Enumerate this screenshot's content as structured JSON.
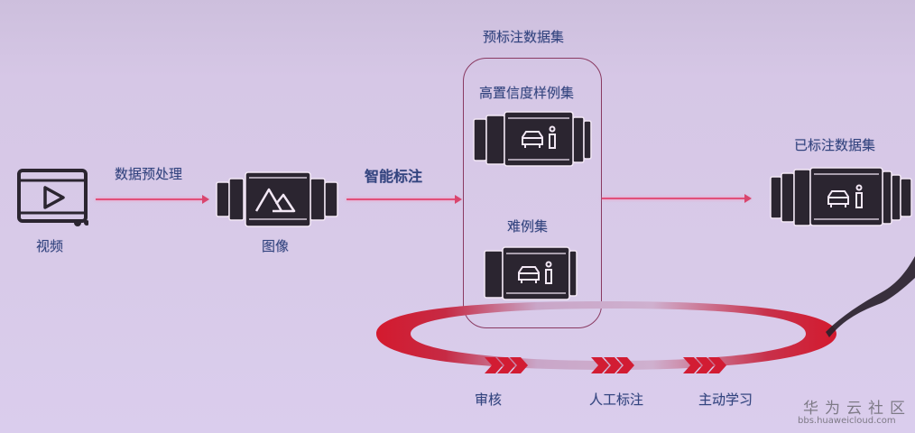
{
  "diagram": {
    "nodes": {
      "video": {
        "label": "视频",
        "icon": "video-play-icon"
      },
      "image": {
        "label": "图像",
        "icon": "image-stack-icon"
      },
      "pre_labeled_dataset": {
        "title": "预标注数据集",
        "high_confidence": {
          "label": "高置信度样例集",
          "icon": "car-person-stack-icon"
        },
        "hard_examples": {
          "label": "难例集",
          "icon": "car-person-stack-icon"
        }
      },
      "labeled_dataset": {
        "label": "已标注数据集",
        "icon": "car-person-stack-icon"
      }
    },
    "edges": {
      "preprocess": {
        "label": "数据预处理",
        "from": "video",
        "to": "image"
      },
      "smart_label": {
        "label": "智能标注",
        "from": "image",
        "to": "pre_labeled_dataset"
      },
      "to_labeled": {
        "label": "",
        "from": "pre_labeled_dataset",
        "to": "labeled_dataset"
      }
    },
    "loop": {
      "steps": [
        "审核",
        "人工标注",
        "主动学习"
      ]
    },
    "colors": {
      "background": "#d6c7e6",
      "text": "#33447f",
      "arrow": "#e0507a",
      "box_border": "#8a3a62",
      "loop_red": "#d41a2e",
      "icon_dark": "#2b2530"
    }
  },
  "watermark": {
    "brand": "华为云社区",
    "url": "bbs.huaweicloud.com"
  }
}
